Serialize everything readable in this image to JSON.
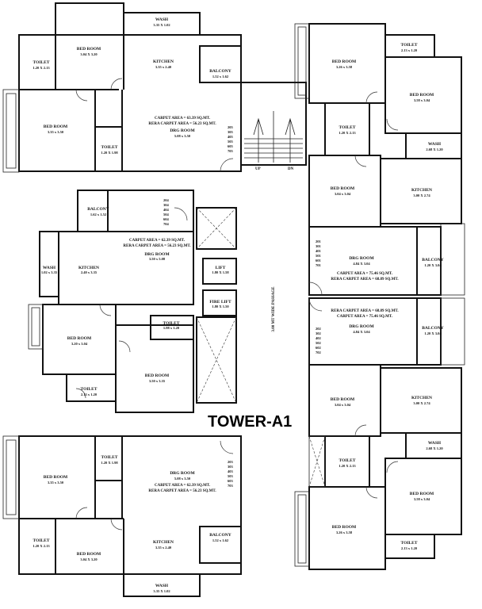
{
  "tower_title": "TOWER-A1",
  "passage_label": "3.00 MT WIDE PASSAGE",
  "stairs": {
    "up": "UP",
    "dn": "DN"
  },
  "unit_tl": {
    "wash": {
      "name": "WASH",
      "dim": "3.35 X 1.02"
    },
    "bed1": {
      "name": "BED ROOM",
      "dim": "3.04 X 3.20"
    },
    "toilet1": {
      "name": "TOILET",
      "dim": "1.20 X 2.13"
    },
    "kitchen": {
      "name": "KITCHEN",
      "dim": "3.35 x 2.40"
    },
    "balcony": {
      "name": "BALCONY",
      "dim": "1.52 x 1.62"
    },
    "bed2": {
      "name": "BED ROOM",
      "dim": "3.35 x 3.50"
    },
    "toilet2": {
      "name": "TOILET",
      "dim": "1.20 X 1.98"
    },
    "carpet": "CARPET AREA = 63.39 SQ.MT.",
    "rera": "RERA CARPET AREA = 56.23 SQ.MT.",
    "drg": {
      "name": "DRG ROOM",
      "dim": "5.08 x 3.50"
    },
    "flats": [
      "205",
      "305",
      "405",
      "505",
      "605",
      "705"
    ]
  },
  "unit_ml": {
    "flats": [
      "204",
      "304",
      "404",
      "504",
      "604",
      "704"
    ],
    "balcony": {
      "name": "BALCONY",
      "dim": "1.62 x 1.52"
    },
    "carpet": "CARPET AREA = 62.39 SQ.MT.",
    "rera": "RERA CARPET AREA = 56.23 SQ.MT.",
    "drg": {
      "name": "DRG ROOM",
      "dim": "3.50 x 5.08"
    },
    "wash": {
      "name": "WASH",
      "dim": "1.02 x 3.35"
    },
    "kitchen": {
      "name": "KITCHEN",
      "dim": "2.40 x 3.35"
    },
    "toilet1": {
      "name": "TOILET",
      "dim": "1.98 x 1.20"
    },
    "bed1": {
      "name": "BED ROOM",
      "dim": "3.20 x 3.04"
    },
    "bed2": {
      "name": "BED ROOM",
      "dim": "3.50 x 3.35"
    },
    "toilet2": {
      "name": "TOILET",
      "dim": "2.13 x 1.20"
    }
  },
  "core": {
    "lift": {
      "name": "LIFT",
      "dim": "1.80 X 1.58"
    },
    "fire_lift": {
      "name": "FIRE LIFT",
      "dim": "1.80 X 1.50"
    }
  },
  "unit_bl": {
    "toilet1": {
      "name": "TOILET",
      "dim": "1.20 X 1.98"
    },
    "bed1": {
      "name": "BED ROOM",
      "dim": "3.35 x 3.50"
    },
    "drg": {
      "name": "DRG ROOM",
      "dim": "5.08 x 3.50"
    },
    "carpet": "CARPET AREA = 62.39 SQ.MT.",
    "rera": "RERA CARPET AREA = 56.23 SQ.MT.",
    "flats": [
      "203",
      "303",
      "403",
      "503",
      "603",
      "703"
    ],
    "toilet2": {
      "name": "TOILET",
      "dim": "1.20 X 2.13"
    },
    "bed2": {
      "name": "BED ROOM",
      "dim": "3.04 X 3.20"
    },
    "kitchen": {
      "name": "KITCHEN",
      "dim": "3.35 x 2.40"
    },
    "balcony": {
      "name": "BALCONY",
      "dim": "1.52 x 1.62"
    },
    "wash": {
      "name": "WASH",
      "dim": "3.35 X 1.02"
    }
  },
  "unit_tr": {
    "toilet1": {
      "name": "TOILET",
      "dim": "2.13 x 1.20"
    },
    "bed1": {
      "name": "BED ROOM",
      "dim": "3.26 x 3.58"
    },
    "bed2": {
      "name": "BED ROOM",
      "dim": "3.58 x 3.04"
    },
    "toilet2": {
      "name": "TOILET",
      "dim": "1.20 X 2.13"
    },
    "wash": {
      "name": "WASH",
      "dim": "2.68 X 1.20"
    },
    "bed3": {
      "name": "BED ROOM",
      "dim": "3.04 x 3.04"
    },
    "kitchen": {
      "name": "KITCHEN",
      "dim": "3.00 X 2.74"
    },
    "flats": [
      "201",
      "301",
      "401",
      "501",
      "601",
      "701"
    ],
    "drg": {
      "name": "DRG ROOM",
      "dim": "4.84 X 3.04"
    },
    "carpet": "CARPET AREA = 75.46 SQ.MT.",
    "rera": "RERA CARPET AREA = 68.89 SQ.MT.",
    "balcony": {
      "name": "BALCONY",
      "dim": "1.20 X 3.04"
    }
  },
  "unit_br": {
    "rera": "RERA CARPET AREA = 68.89 SQ.MT.",
    "carpet": "CARPET AREA = 75.46 SQ.MT.",
    "drg": {
      "name": "DRG ROOM",
      "dim": "4.84 X 3.04"
    },
    "flats": [
      "202",
      "302",
      "402",
      "502",
      "602",
      "702"
    ],
    "balcony": {
      "name": "BALCONY",
      "dim": "1.20 X 3.04"
    },
    "bed1": {
      "name": "BED ROOM",
      "dim": "3.04 x 3.04"
    },
    "kitchen": {
      "name": "KITCHEN",
      "dim": "3.00 X 2.74"
    },
    "wash": {
      "name": "WASH",
      "dim": "2.68 X 1.20"
    },
    "toilet1": {
      "name": "TOILET",
      "dim": "1.20 X 2.13"
    },
    "bed2": {
      "name": "BED ROOM",
      "dim": "3.58 x 3.04"
    },
    "bed3": {
      "name": "BED ROOM",
      "dim": "3.26 x 3.58"
    },
    "toilet2": {
      "name": "TOILET",
      "dim": "2.13 x 1.20"
    }
  }
}
